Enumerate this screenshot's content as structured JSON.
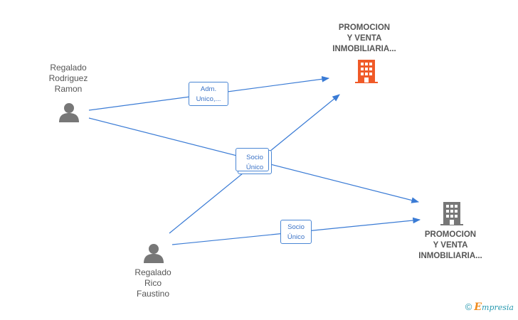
{
  "colors": {
    "edge": "#3a7bd5",
    "person_icon": "#777777",
    "company_highlight": "#f05a28",
    "company_normal": "#777777"
  },
  "nodes": {
    "person_ramon": {
      "label_lines": [
        "Regalado",
        "Rodriguez",
        "Ramon"
      ],
      "icon": "person-icon"
    },
    "person_faustino": {
      "label_lines": [
        "Regalado",
        "Rico",
        "Faustino"
      ],
      "icon": "person-icon"
    },
    "company_top": {
      "label_lines": [
        "PROMOCION",
        "Y VENTA",
        "INMOBILIARIA..."
      ],
      "icon": "building-icon"
    },
    "company_right": {
      "label_lines": [
        "PROMOCION",
        "Y VENTA",
        "INMOBILIARIA..."
      ],
      "icon": "building-icon"
    }
  },
  "relations": {
    "adm": {
      "lines": [
        "Adm.",
        "Unico,..."
      ]
    },
    "socio_center": {
      "lines": [
        "Socio",
        "Único"
      ]
    },
    "socio_bottom": {
      "lines": [
        "Socio",
        "Único"
      ]
    }
  },
  "footer": {
    "copyright": "©",
    "brand_initial": "E",
    "brand_rest": "mpresia"
  }
}
